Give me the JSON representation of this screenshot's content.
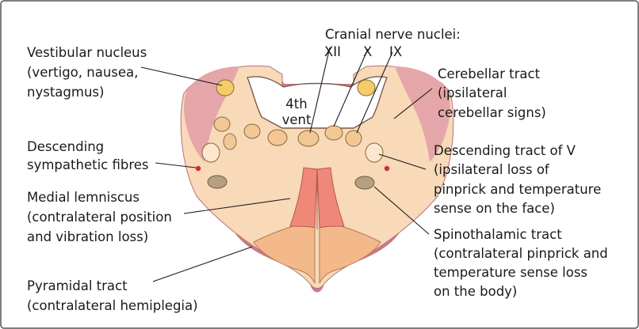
{
  "labels": {
    "vestibular": [
      "Vestibular nucleus",
      "(vertigo, nausea,",
      "nystagmus)"
    ],
    "cranial_title": "Cranial nerve nuclei:",
    "cranial_xii": "XII",
    "cranial_x": "X",
    "cranial_ix": "IX",
    "cerebellar": [
      "Cerebellar tract",
      "(ipsilateral",
      "cerebellar signs)"
    ],
    "sympathetic": [
      "Descending",
      "sympathetic fibres"
    ],
    "descending_v": [
      "Descending tract of V",
      "(ipsilateral loss of",
      "pinprick and temperature",
      "sense on the face)"
    ],
    "medial_lemniscus": [
      "Medial lemniscus",
      "(contralateral position",
      "and vibration loss)"
    ],
    "spinothalamic": [
      "Spinothalamic tract",
      "(contralateral pinprick and",
      "temperature sense loss",
      "on the body)"
    ],
    "pyramidal": [
      "Pyramidal tract",
      "(contralateral hemiplegia)"
    ],
    "ventricle": [
      "4th",
      "vent"
    ]
  },
  "colors": {
    "background": "#ffffff",
    "border": "#555555",
    "medulla_fill": "#f8d9b8",
    "medulla_shadow": "#c97a88",
    "cerebellar_tract": "#e5a6a9",
    "pyramidal_tract": "#f4b98a",
    "medial_lemniscus": "#ef8878",
    "vestibular_nucleus": "#f5cc6a",
    "cranial_nuclei": "#f3c794",
    "descending_v": "#fbe7cf",
    "spinothalamic": "#b79f82",
    "sympathetic_dot": "#d22b3a"
  }
}
